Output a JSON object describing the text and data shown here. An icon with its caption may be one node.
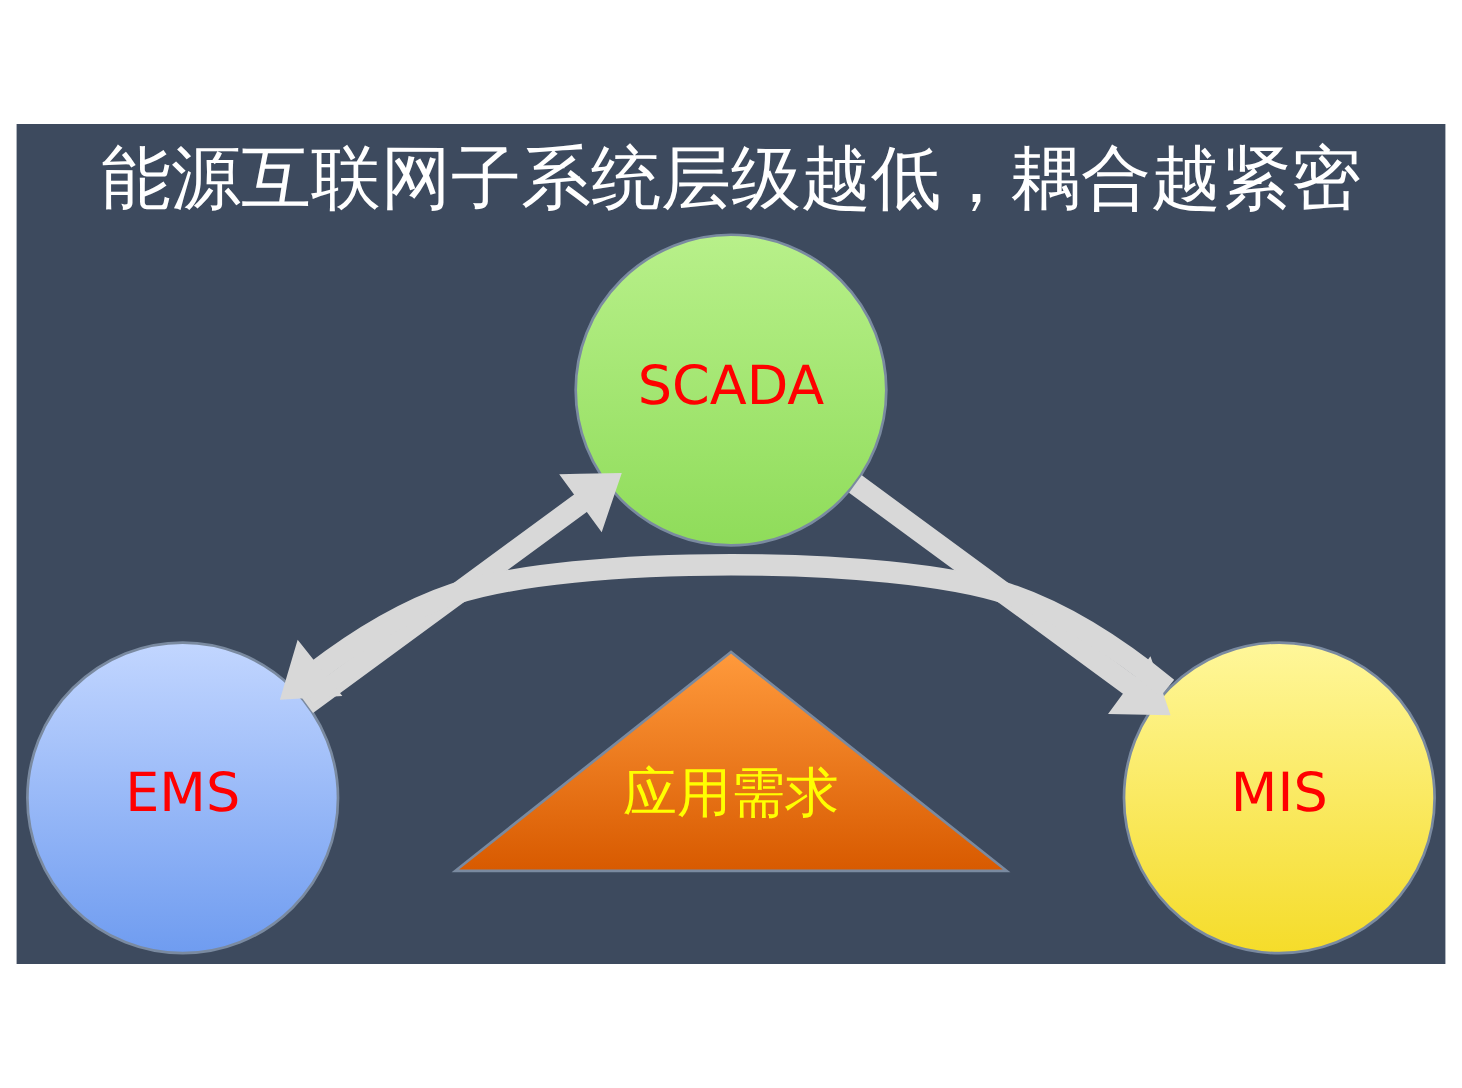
{
  "diagram": {
    "title": "能源互联网子系统层级越低，耦合越紧密",
    "nodes": [
      {
        "text": [
          "SCADA"
        ]
      },
      {
        "text": [
          "EMS"
        ]
      },
      {
        "text": [
          "MIS"
        ]
      },
      {
        "text": [
          "应用需求"
        ]
      }
    ],
    "edges": [
      {
        "from": 1,
        "to": 0,
        "arrow": "to"
      },
      {
        "from": 0,
        "to": 2,
        "arrow": "to"
      },
      {
        "from": 2,
        "to": 1,
        "arrow": "to"
      }
    ]
  }
}
